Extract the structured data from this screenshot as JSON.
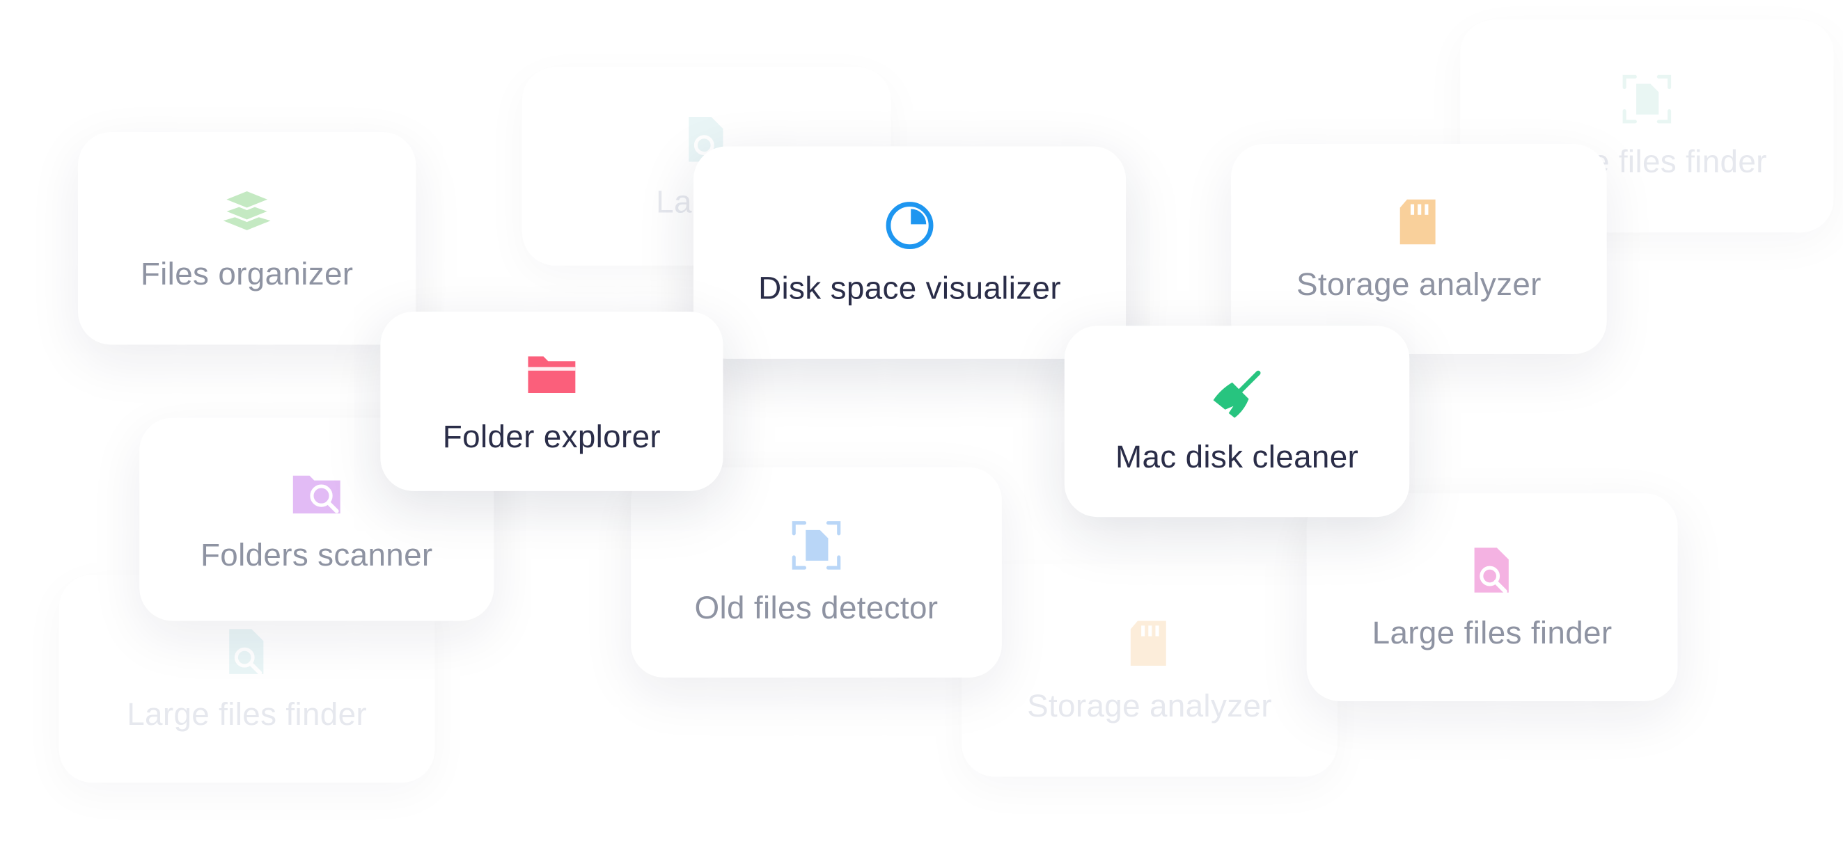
{
  "cards": [
    {
      "id": "large-files-finder-top",
      "label": "Large f",
      "icon": "document-search-icon"
    },
    {
      "id": "large-files-finder-top-right",
      "label": "Large files finder",
      "icon": "file-scan-icon"
    },
    {
      "id": "large-files-finder-bottom-left",
      "label": "Large files finder",
      "icon": "document-search-icon"
    },
    {
      "id": "storage-analyzer-bottom",
      "label": "Storage analyzer",
      "icon": "sd-card-icon"
    },
    {
      "id": "files-organizer",
      "label": "Files organizer",
      "icon": "layers-icon"
    },
    {
      "id": "folders-scanner",
      "label": "Folders scanner",
      "icon": "folder-search-icon"
    },
    {
      "id": "old-files-detector",
      "label": "Old files detector",
      "icon": "file-scan-icon"
    },
    {
      "id": "storage-analyzer",
      "label": "Storage analyzer",
      "icon": "sd-card-icon"
    },
    {
      "id": "large-files-finder-right",
      "label": "Large files finder",
      "icon": "document-search-icon"
    },
    {
      "id": "disk-space-visualizer",
      "label": "Disk space visualizer",
      "icon": "pie-chart-icon"
    },
    {
      "id": "folder-explorer",
      "label": "Folder explorer",
      "icon": "folder-icon"
    },
    {
      "id": "mac-disk-cleaner",
      "label": "Mac disk cleaner",
      "icon": "broom-icon"
    }
  ],
  "colors": {
    "pie_chart": "#1e96f0",
    "folder": "#fb5f7b",
    "broom": "#27c47f",
    "layers": "#9edc9a",
    "folder_search": "#cf8ef0",
    "file_scan": "#8cbcf3",
    "sd_card": "#f6b25a",
    "document_search": "#ee7fcf",
    "document_search_faint": "#9fd3d8",
    "file_scan_faint": "#9fd8cc"
  }
}
